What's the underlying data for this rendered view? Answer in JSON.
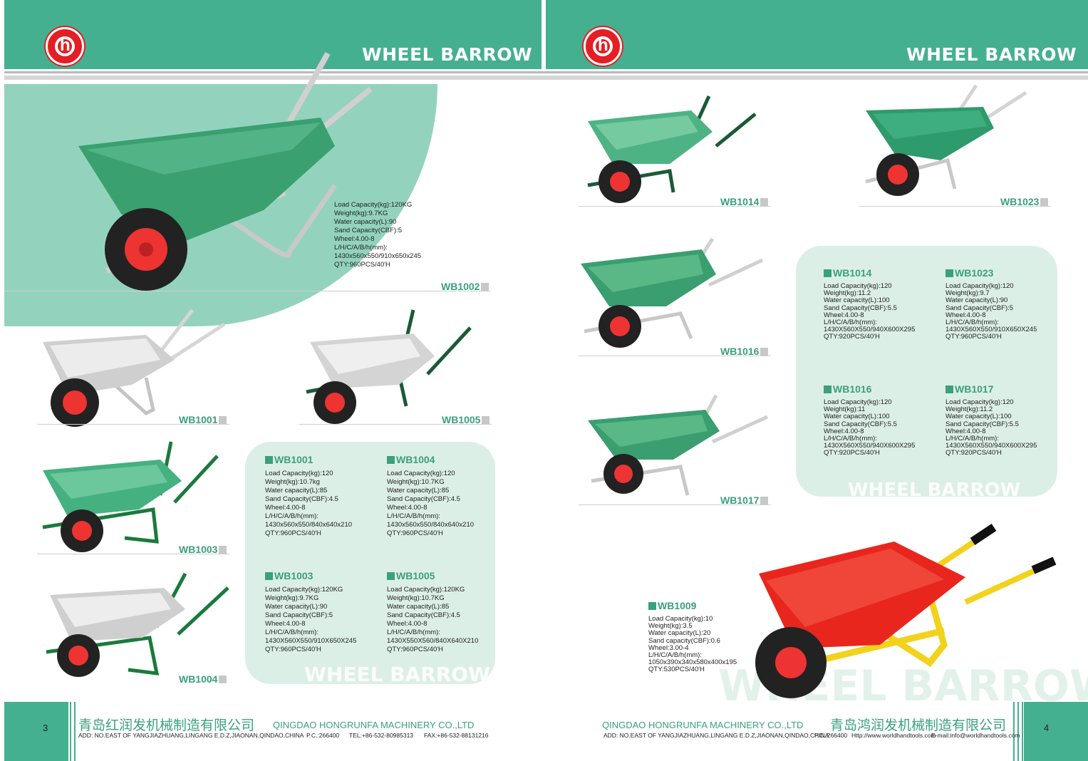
{
  "header": {
    "left_title": "WHEEL BARROW",
    "right_title": "WHEEL BARROW"
  },
  "colors": {
    "brand_green": "#45b090",
    "light_green": "#93d3bd",
    "panel": "#dcefe6",
    "accent_red": "#e31e24"
  },
  "left_page": {
    "hero": {
      "code": "WB1002",
      "specs": "Load Capacity(kg):120KG\nWeight(kg):9.7KG\nWater capacity(L):90\nSand Capacity(CBF):5\nWheel:4.00-8\nL/H/C/A/B/h(mm):\n1430x560x550/910x650x245\nQTY:960PCS/40'H"
    },
    "products": [
      "WB1001",
      "WB1005",
      "WB1003",
      "WB1004"
    ],
    "panel_watermark": "WHEEL BARROW",
    "spec_blocks": [
      {
        "code": "WB1001",
        "specs": "Load Capacity(kg):120\nWeight(kg):10.7kg\nWater capacity(L):85\nSand Capacity(CBF):4.5\nWheel:4.00-8\nL/H/C/A/B/h(mm):\n1430x560x550/840x640x210\nQTY:960PCS/40'H"
      },
      {
        "code": "WB1004",
        "specs": "Load Capacity(kg):120\nWeight(kg):10.7KG\nWater capacity(L):85\nSand Capacity(CBF):4.5\nWheel:4.00-8\nL/H/C/A/B/h(mm):\n1430x560x550/840x640x210\nQTY:960PCS/40'H"
      },
      {
        "code": "WB1003",
        "specs": "Load Capacity(kg):120KG\nWeight(kg):9.7KG\nWater capacity(L):90\nSand Capacity(CBF):5\nWheel:4.00-8\nL/H/C/A/B/h(mm):\n1430X560X550/910X650X245\nQTY:960PCS/40'H"
      },
      {
        "code": "WB1005",
        "specs": "Load Capacity(kg):120KG\nWeight(kg):10.7KG\nWater capacity(L):85\nSand Capacity(CBF):4.5\nWheel:4.00-8\nL/H/C/A/B/h(mm):\n1430X550X560/840X640X210\nQTY:960PCS/40'H"
      }
    ],
    "footer": {
      "page": "3",
      "cn": "青岛红润发机械制造有限公司",
      "en": "QINGDAO HONGRUNFA MACHINERY CO.,LTD",
      "addr": "ADD: NO.EAST OF YANGJIAZHUANG,LINGANG E.D.Z,JIAONAN,QINDAO,CHINA",
      "pc": "P.C.:266400",
      "tel": "TEL:+86-532-80985313",
      "fax": "FAX:+86-532-88131216"
    }
  },
  "right_page": {
    "products": [
      "WB1014",
      "WB1023",
      "WB1016",
      "WB1017"
    ],
    "panel_watermark": "WHEEL BARROW",
    "spec_blocks": [
      {
        "code": "WB1014",
        "specs": "Load Capacity(kg):120\nWeight(kg):11.2\nWater capacity(L):100\nSand Capacity(CBF):5.5\nWheel:4.00-8\nL/H/C/A/B/h(mm):\n1430X560X550/940X600X295\nQTY:920PCS/40'H"
      },
      {
        "code": "WB1023",
        "specs": "Load Capacity(kg):120\nWeight(kg):9.7\nWater capacity(L):90\nSand Capacity(CBF):5\nWheel:4.00-8\nL/H/C/A/B/h(mm):\n1430X560X550/910X650X245\nQTY:960PCS/40'H"
      },
      {
        "code": "WB1016",
        "specs": "Load Capacity(kg):120\nWeight(kg):11\nWater capacity(L):100\nSand Capacity(CBF):5.5\nWheel:4.00-8\nL/H/C/A/B/h(mm):\n1430X560X550/940X600X295\nQTY:920PCS/40'H"
      },
      {
        "code": "WB1017",
        "specs": "Load Capacity(kg):120\nWeight(kg):11.2\nWater capacity(L):100\nSand Capacity(CBF):5.5\nWheel:4.00-8\nL/H/C/A/B/h(mm):\n1430X560X550/940X600X295\nQTY:920PCS/40'H"
      }
    ],
    "kid": {
      "code": "WB1009",
      "specs": "Load Capacity(kg):10\nWeight(kg):3.5\nWater capacity(L):20\nSand capacity(CBF):0.6\nWheel:3.00-4\nL/H/C/A/B/h(mm):\n1050x390x340x580x400x195\nQTY:530PCS/40'H"
    },
    "page_watermark": "WHEEL BARROW",
    "footer": {
      "page": "4",
      "cn": "青岛鸿润发机械制造有限公司",
      "en": "QINGDAO HONGRUNFA MACHINERY CO.,LTD",
      "addr": "ADD: NO.EAST OF YANGJIAZHUANG,LINGANG E.D.Z,JIAONAN,QINDAO,CHINA",
      "pc": "P.C.:266400",
      "web": "Http://www.worldhandtools.com",
      "email": "E-mail:info@worldhandtools.com"
    }
  }
}
